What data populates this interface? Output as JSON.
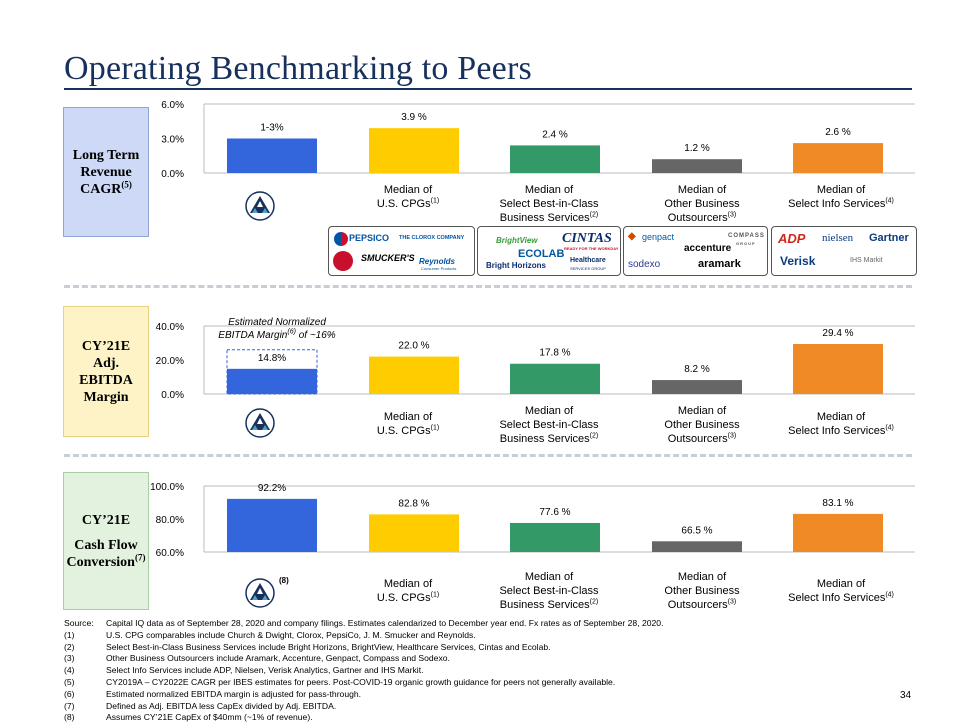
{
  "title": "Operating Benchmarking to Peers",
  "page_number": "34",
  "categories": [
    {
      "line1": "Median of",
      "line2": "U.S. CPGs",
      "sup": "(1)"
    },
    {
      "line1": "Median of",
      "line2": "Select Best-in-Class",
      "line3": "Business Services",
      "sup": "(2)"
    },
    {
      "line1": "Median of",
      "line2": "Other Business",
      "line3": "Outsourcers",
      "sup": "(3)"
    },
    {
      "line1": "Median of",
      "line2": "Select Info Services",
      "sup": "(4)"
    }
  ],
  "sections": [
    {
      "label_lines": [
        "Long Term",
        "Revenue",
        "CAGR"
      ],
      "label_sup": "(5)"
    },
    {
      "label_lines": [
        "CY’21E",
        "Adj.",
        "EBITDA",
        "Margin"
      ]
    },
    {
      "label_lines": [
        "CY’21E",
        "Cash Flow",
        "Conversion"
      ],
      "label_sup": "(7)"
    }
  ],
  "ebitda_annotation": {
    "line1": "Estimated Normalized",
    "line2": "EBITDA Margin",
    "sup": "(6)",
    "line2_end": " of ~16%"
  },
  "company_logo_footnote": "(8)",
  "peer_logos": {
    "cpgs": [
      "PEPSICO",
      "THE CLOROX COMPANY",
      "SMUCKER'S",
      "Reynolds",
      "Consumer Products"
    ],
    "business_services": [
      "BrightView",
      "CINTAS",
      "READY FOR THE WORKDAY",
      "ECOLAB",
      "Bright Horizons",
      "Healthcare",
      "SERVICES GROUP"
    ],
    "outsourcers": [
      "genpact",
      "accenture",
      "COMPASS",
      "GROUP",
      "sodexo",
      "aramark"
    ],
    "info_services": [
      "ADP",
      "nielsen",
      "Gartner",
      "Verisk",
      "IHS Markit"
    ]
  },
  "colors": {
    "blue": "#3366dd",
    "yellow": "#ffcc00",
    "green": "#339966",
    "gray": "#666666",
    "orange": "#f08a24",
    "navy": "#17305c"
  },
  "chart_data": [
    {
      "type": "bar",
      "categories": [
        "Company",
        "Median of U.S. CPGs",
        "Median of Select Best-in-Class Business Services",
        "Median of Other Business Outsourcers",
        "Median of Select Info Services"
      ],
      "values": [
        3.0,
        3.9,
        2.4,
        1.2,
        2.6
      ],
      "data_labels": [
        "1-3%",
        "3.9 %",
        "2.4 %",
        "1.2 %",
        "2.6 %"
      ],
      "yticks": [
        "6.0%",
        "3.0%",
        "0.0%"
      ],
      "ylim": [
        0,
        6
      ]
    },
    {
      "type": "bar",
      "categories": [
        "Company",
        "Median of U.S. CPGs",
        "Median of Select Best-in-Class Business Services",
        "Median of Other Business Outsourcers",
        "Median of Select Info Services"
      ],
      "values": [
        14.8,
        22.0,
        17.8,
        8.2,
        29.4
      ],
      "data_labels": [
        "14.8%",
        "22.0 %",
        "17.8 %",
        "8.2 %",
        "29.4 %"
      ],
      "normalized_value": 16,
      "yticks": [
        "40.0%",
        "20.0%",
        "0.0%"
      ],
      "ylim": [
        0,
        40
      ]
    },
    {
      "type": "bar",
      "categories": [
        "Company",
        "Median of U.S. CPGs",
        "Median of Select Best-in-Class Business Services",
        "Median of Other Business Outsourcers",
        "Median of Select Info Services"
      ],
      "values": [
        92.2,
        82.8,
        77.6,
        66.5,
        83.1
      ],
      "data_labels": [
        "92.2%",
        "82.8 %",
        "77.6 %",
        "66.5 %",
        "83.1 %"
      ],
      "yticks": [
        "100.0%",
        "80.0%",
        "60.0%"
      ],
      "ylim": [
        60,
        100
      ]
    }
  ],
  "footnotes": [
    {
      "key": "Source:",
      "text": "Capital IQ data as of September 28, 2020 and company filings. Estimates calendarized to December year end. Fx rates as of September 28, 2020."
    },
    {
      "key": "(1)",
      "text": "U.S. CPG comparables include Church & Dwight, Clorox, PepsiCo, J. M. Smucker and Reynolds."
    },
    {
      "key": "(2)",
      "text": "Select Best-in-Class Business Services include Bright Horizons, BrightView, Healthcare Services, Cintas and Ecolab."
    },
    {
      "key": "(3)",
      "text": "Other Business Outsourcers include Aramark, Accenture, Genpact, Compass and Sodexo."
    },
    {
      "key": "(4)",
      "text": "Select Info Services include ADP, Nielsen, Verisk Analytics, Gartner and IHS Markit."
    },
    {
      "key": "(5)",
      "text": "CY2019A – CY2022E CAGR per IBES estimates for peers. Post-COVID-19 organic growth guidance for peers not generally available."
    },
    {
      "key": "(6)",
      "text": "Estimated normalized EBITDA margin is adjusted for pass-through."
    },
    {
      "key": "(7)",
      "text": "Defined as Adj. EBITDA less CapEx divided by Adj. EBITDA."
    },
    {
      "key": "(8)",
      "text": "Assumes CY’21E CapEx of $40mm (~1% of revenue)."
    }
  ]
}
